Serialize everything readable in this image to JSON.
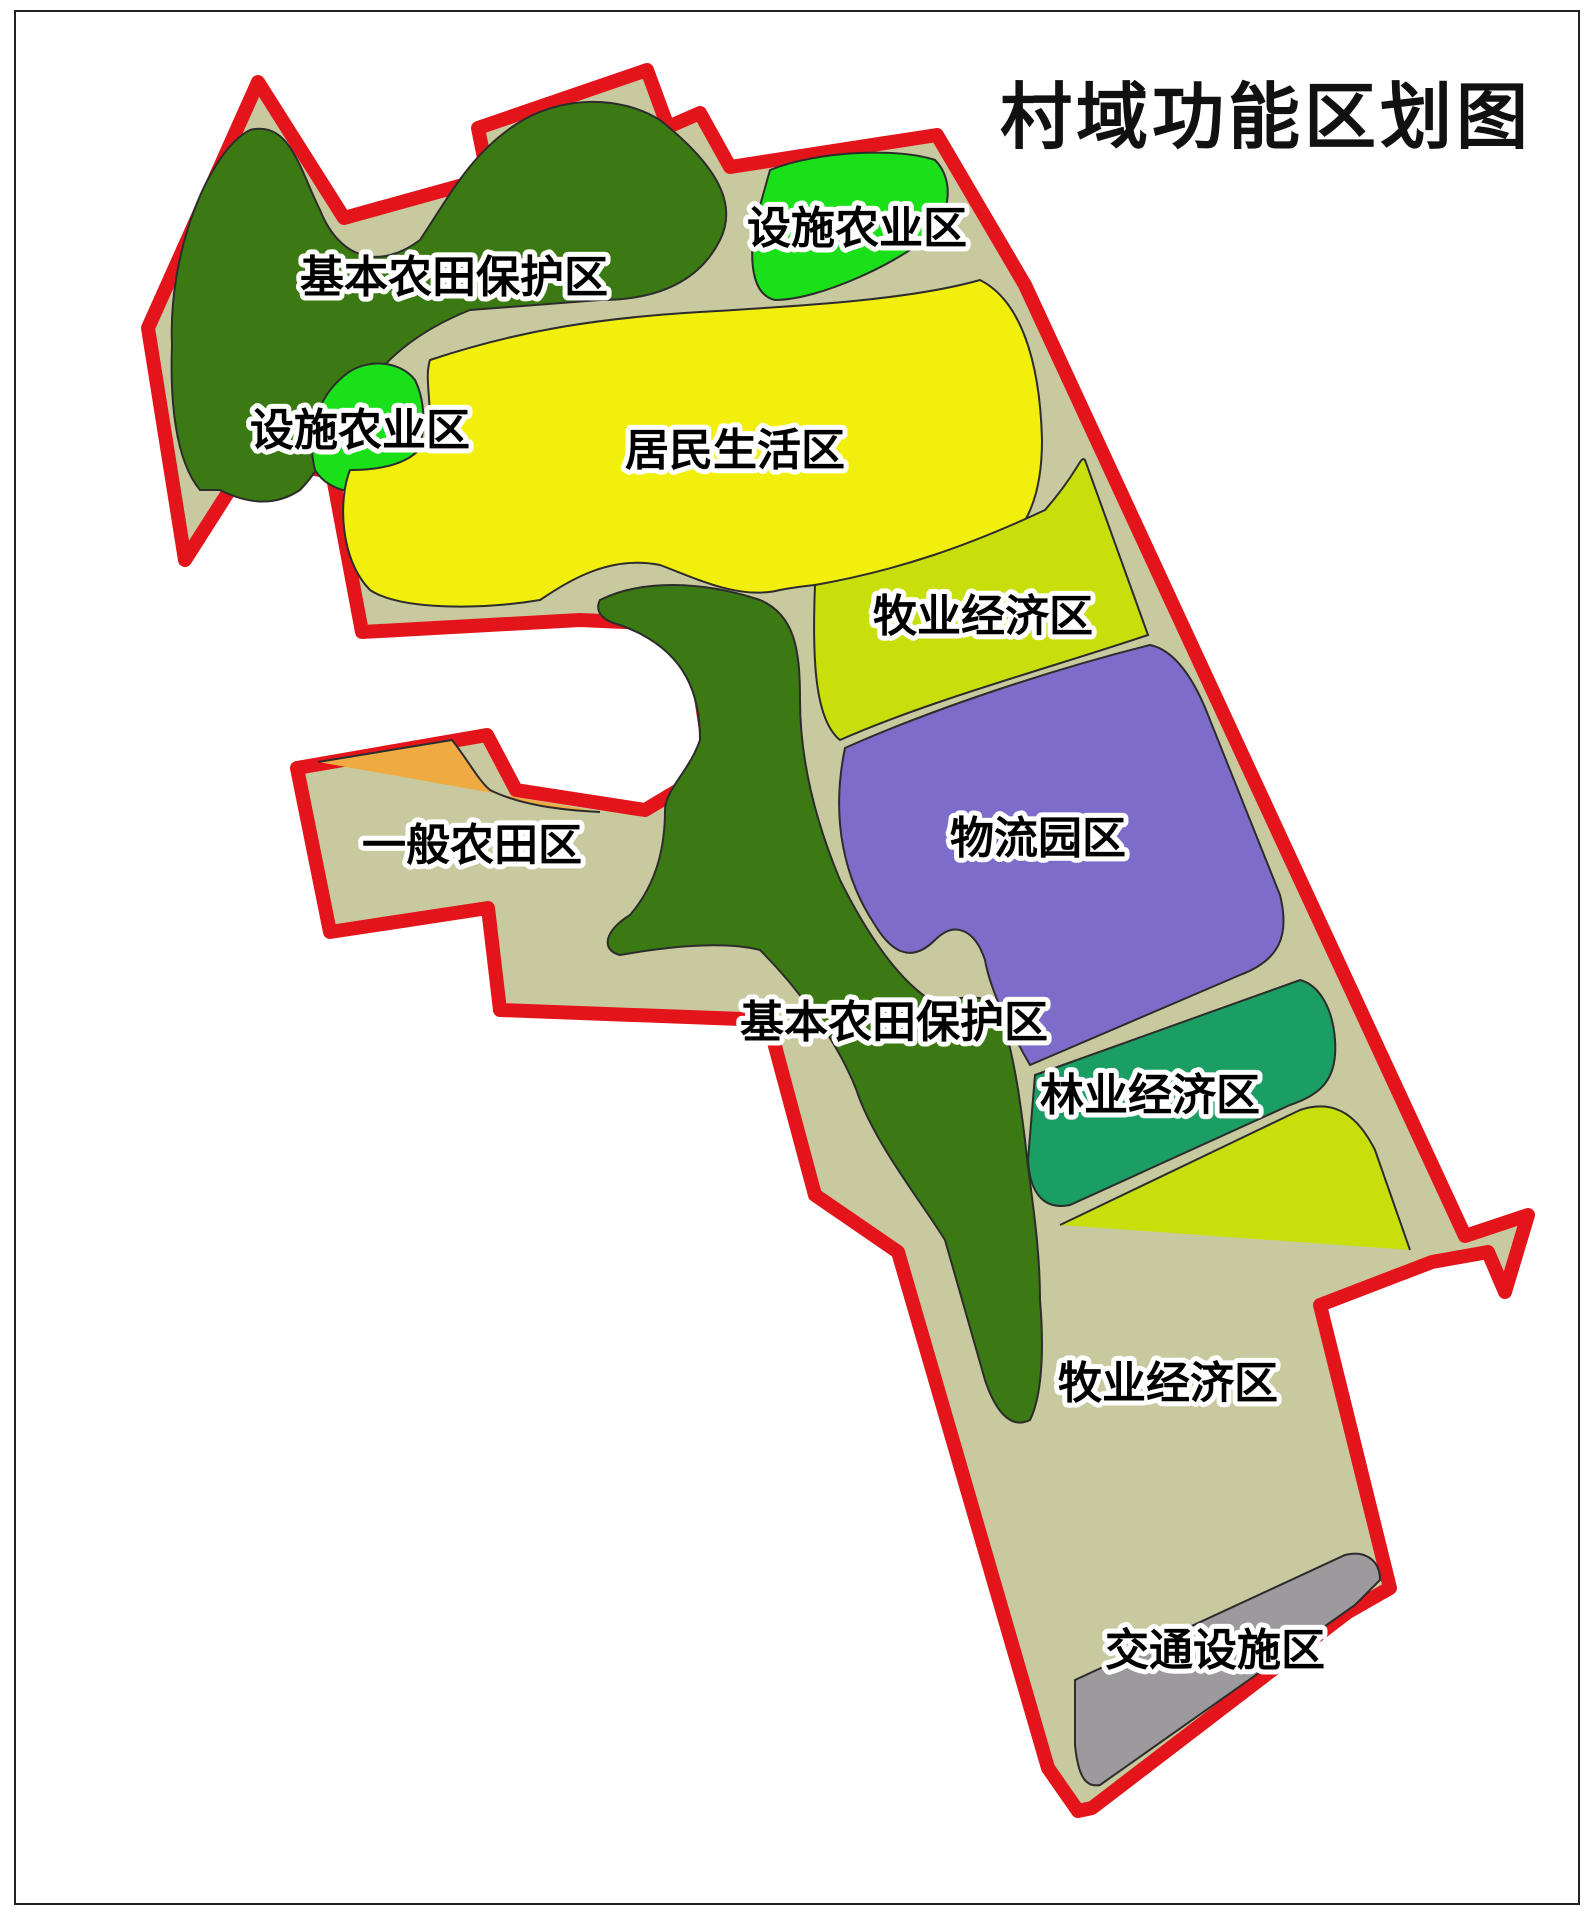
{
  "title": "村域功能区划图",
  "colors": {
    "boundary": "#e4141b",
    "background_fill": "#c9c9a0",
    "basic_farmland": "#3b7a12",
    "facility_agriculture": "#19e019",
    "residential": "#f3ef0c",
    "livestock": "#c9df0c",
    "logistics": "#7d6cc9",
    "forestry": "#1a9e63",
    "general_farmland": "#efab42",
    "transport": "#9c9a9c"
  },
  "zones": [
    {
      "id": "basic-farmland-north",
      "label": "基本农田保护区"
    },
    {
      "id": "facility-agriculture-ne",
      "label": "设施农业区"
    },
    {
      "id": "facility-agriculture-w",
      "label": "设施农业区"
    },
    {
      "id": "residential",
      "label": "居民生活区"
    },
    {
      "id": "livestock-north",
      "label": "牧业经济区"
    },
    {
      "id": "logistics",
      "label": "物流园区"
    },
    {
      "id": "general-farmland",
      "label": "一般农田区"
    },
    {
      "id": "basic-farmland-central",
      "label": "基本农田保护区"
    },
    {
      "id": "forestry",
      "label": "林业经济区"
    },
    {
      "id": "livestock-south",
      "label": "牧业经济区"
    },
    {
      "id": "transport",
      "label": "交通设施区"
    }
  ]
}
